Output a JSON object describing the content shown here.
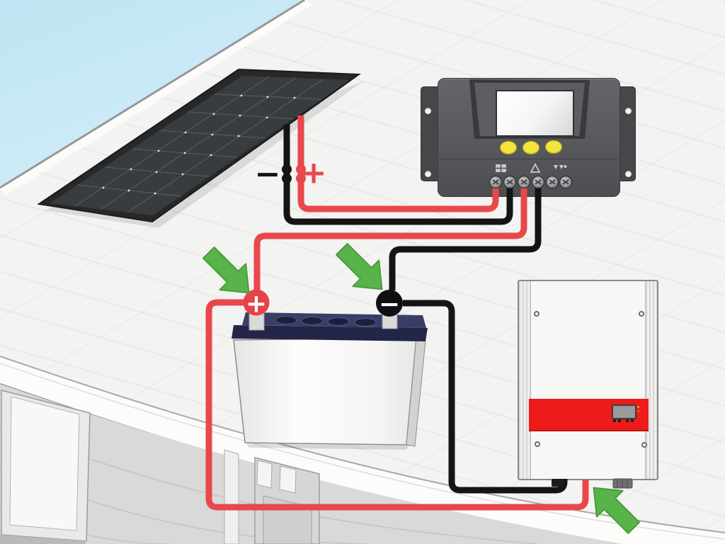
{
  "labels": {
    "panel_wire_negative": "−",
    "panel_wire_positive": "+",
    "battery_positive_terminal": "+",
    "battery_negative_terminal": "−"
  },
  "colors": {
    "sky_blue": "#c3e7f5",
    "roof_white": "#f3f3f1",
    "wall_gray": "#d9d9d7",
    "wire_positive_red": "#e8484c",
    "wire_negative_black": "#141414",
    "arrow_green": "#58b44a",
    "battery_lid_navy": "#232548",
    "battery_positive_badge_red": "#e7414a",
    "battery_negative_badge_black": "#101012",
    "controller_body_gray": "#58595c",
    "controller_button_yellow": "#f3e53e",
    "inverter_band_red": "#ee1b1b"
  },
  "controller": {
    "button_count": 3,
    "terminal_count": 6,
    "icons": [
      {
        "name": "solar-panel-icon"
      },
      {
        "name": "battery-triangle-icon"
      },
      {
        "name": "load-lamp-icon"
      }
    ]
  },
  "components": [
    "solar-panel",
    "charge-controller",
    "battery",
    "inverter"
  ]
}
